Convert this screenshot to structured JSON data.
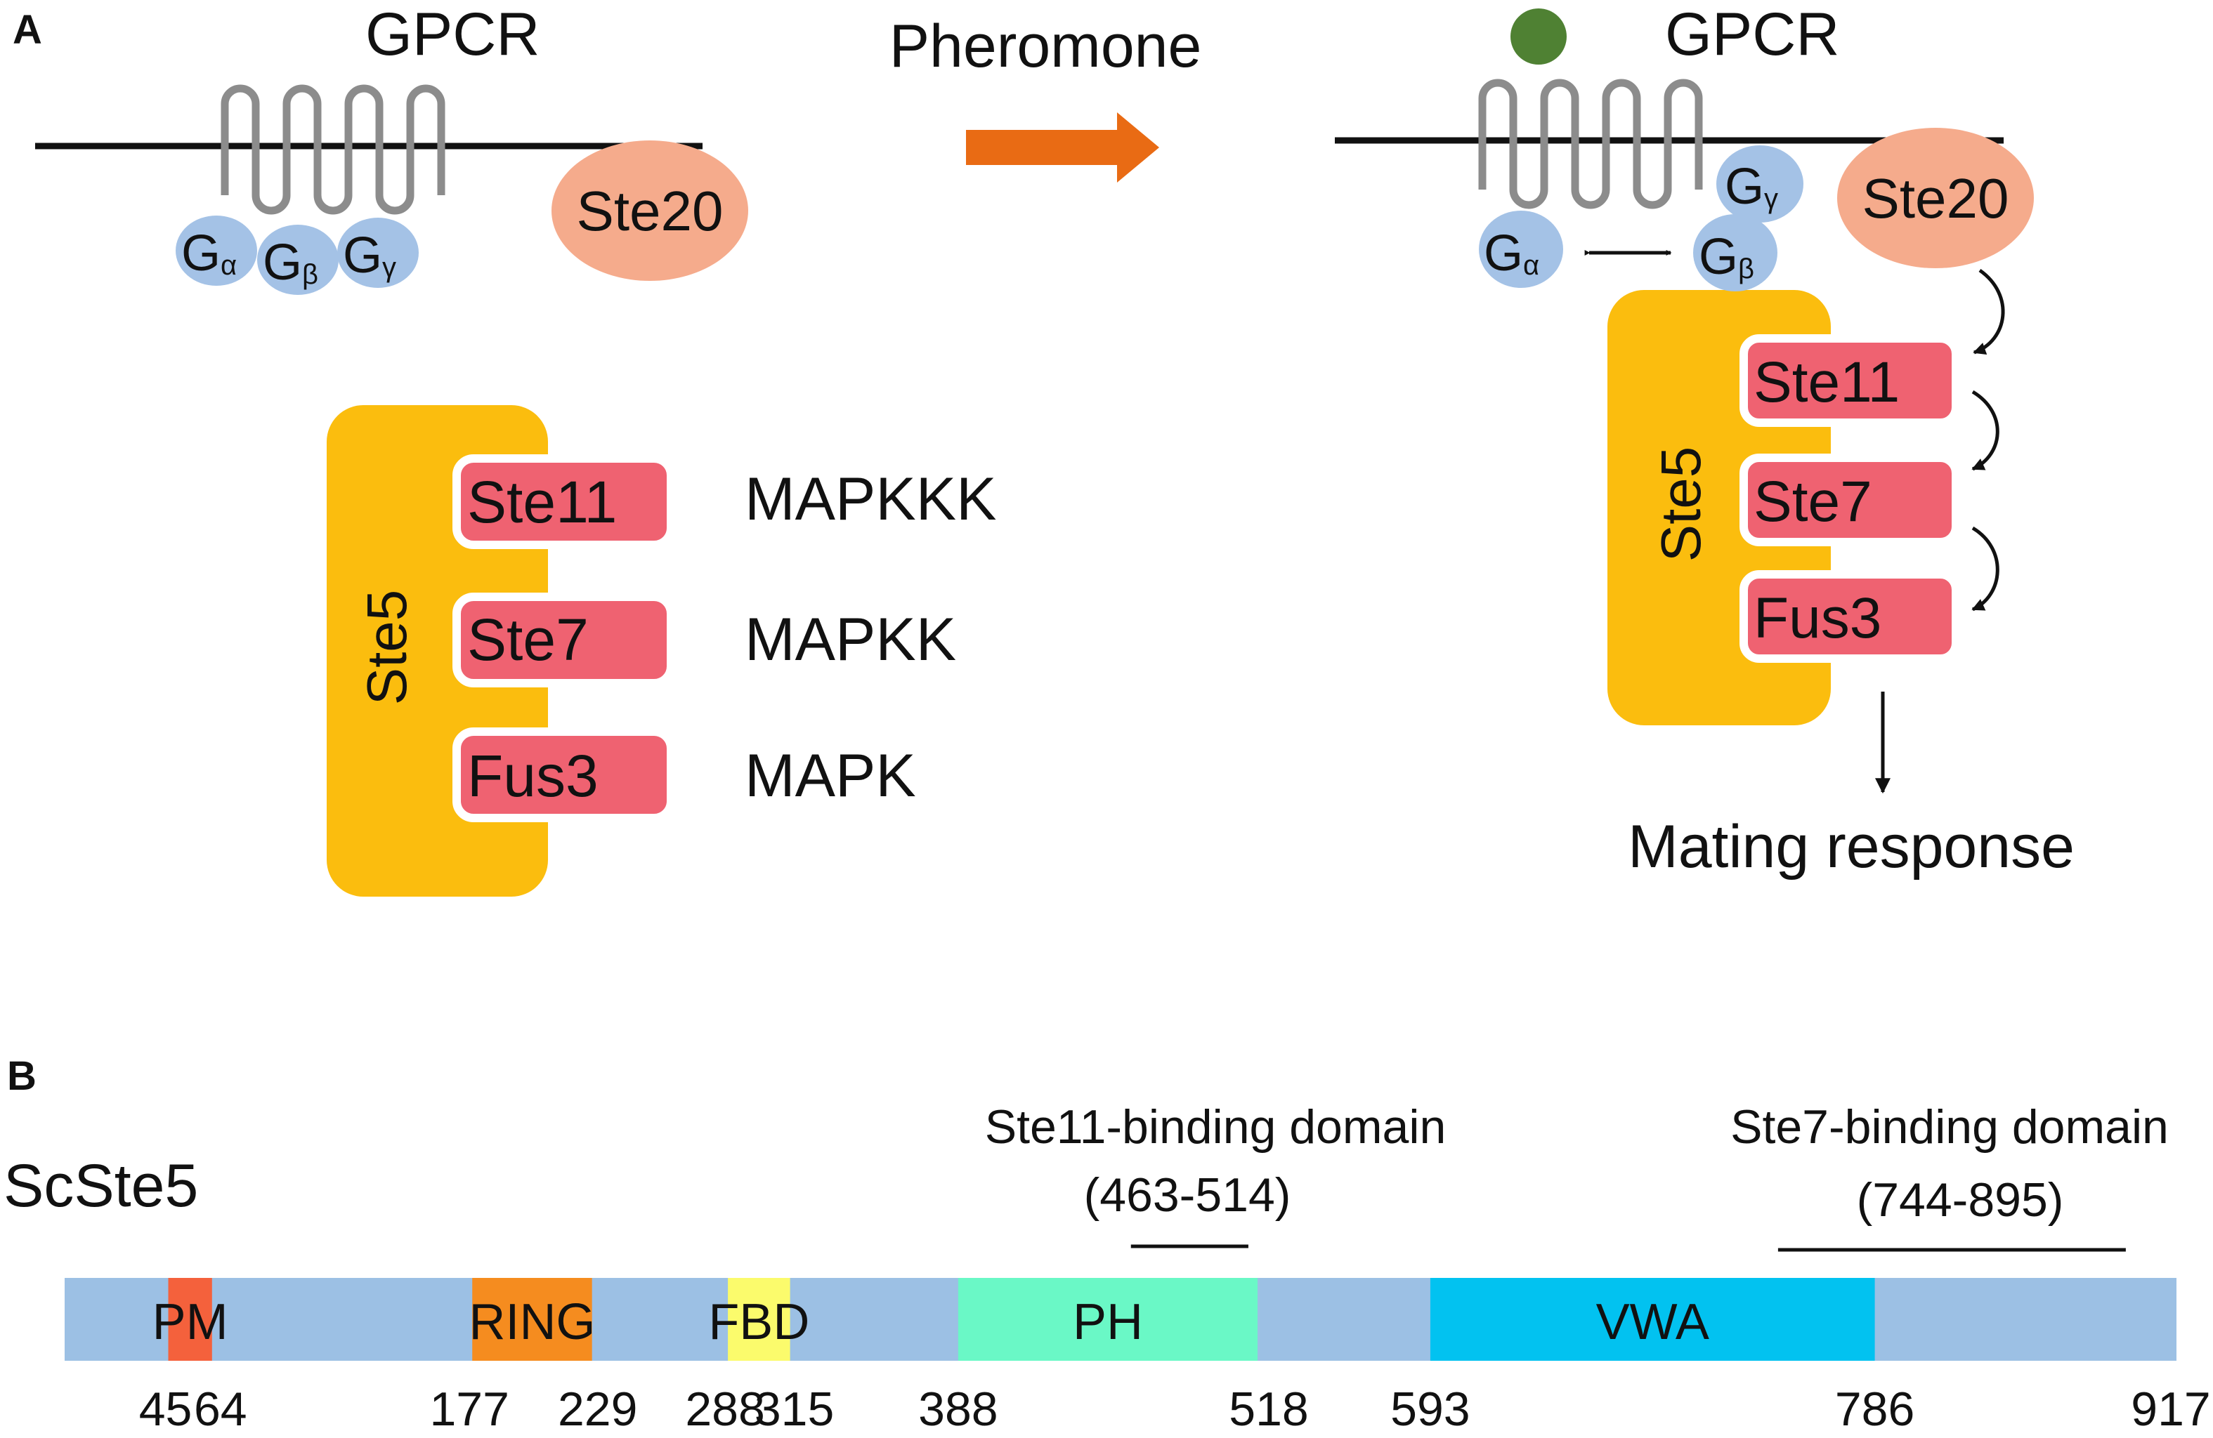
{
  "panel_a": {
    "label": "A",
    "left": {
      "gpcr_label": "GPCR",
      "g_alpha": {
        "base": "G",
        "sub": "α"
      },
      "g_beta": {
        "base": "G",
        "sub": "β"
      },
      "g_gamma": {
        "base": "G",
        "sub": "γ"
      },
      "ste20": "Ste20",
      "ste5": "Ste5",
      "kinases": [
        {
          "name": "Ste11",
          "tier": "MAPKKK"
        },
        {
          "name": "Ste7",
          "tier": "MAPKK"
        },
        {
          "name": "Fus3",
          "tier": "MAPK"
        }
      ]
    },
    "stimulus_label": "Pheromone",
    "right": {
      "gpcr_label": "GPCR",
      "g_alpha": {
        "base": "G",
        "sub": "α"
      },
      "g_beta": {
        "base": "G",
        "sub": "β"
      },
      "g_gamma": {
        "base": "G",
        "sub": "γ"
      },
      "ste20": "Ste20",
      "ste5": "Ste5",
      "kinases": [
        "Ste11",
        "Ste7",
        "Fus3"
      ],
      "output": "Mating response"
    },
    "colors": {
      "g_protein": "#a4c2e6",
      "ste20": "#f5ab8c",
      "ste5": "#fbbd0e",
      "kinase": "#ef6271",
      "arrow": "#e96b14",
      "pheromone": "#4f8133",
      "receptor": "#8c8c8c"
    }
  },
  "panel_b": {
    "label": "B",
    "protein": "ScSte5",
    "length": 917,
    "domains": [
      {
        "name": "PM",
        "start": 45,
        "end": 64,
        "color": "#f4613c"
      },
      {
        "name": "RING",
        "start": 177,
        "end": 229,
        "color": "#f58c1f"
      },
      {
        "name": "FBD",
        "start": 288,
        "end": 315,
        "color": "#fbfb6c"
      },
      {
        "name": "PH",
        "start": 388,
        "end": 518,
        "color": "#6af8c6"
      },
      {
        "name": "VWA",
        "start": 593,
        "end": 786,
        "color": "#02c2f0"
      }
    ],
    "backbone_color": "#9cc0e4",
    "positions": [
      "45",
      "64",
      "177",
      "229",
      "288",
      "315",
      "388",
      "518",
      "593",
      "786",
      "917"
    ],
    "binding_domains": [
      {
        "name": "Ste11-binding domain",
        "range": "(463-514)",
        "start": 463,
        "end": 514
      },
      {
        "name": "Ste7-binding domain",
        "range": "(744-895)",
        "start": 744,
        "end": 895
      }
    ]
  }
}
